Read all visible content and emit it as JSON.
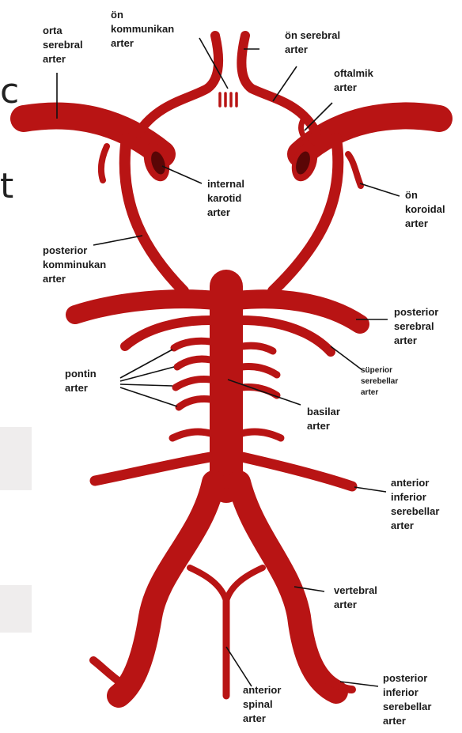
{
  "colors": {
    "artery": "#b81414",
    "artery_dark": "#5a0606",
    "leader": "#111111",
    "label_halo": "#ffffff"
  },
  "labels": {
    "orta_serebral": "orta\nserebral\narter",
    "on_kommunikan": "ön\nkommunikan\narter",
    "on_serebral": "ön serebral\narter",
    "oftalmik": "oftalmik\narter",
    "internal_karotid": "internal\nkarotid\narter",
    "on_koroidal": "ön\nkoroidal\narter",
    "posterior_komminukan": "posterior\nkomminukan\narter",
    "posterior_serebral": "posterior\nserebral\narter",
    "superior_serebellar": "süperior\nserebellar\narter",
    "pontin": "pontin\narter",
    "basilar": "basilar\narter",
    "anterior_inferior_serebellar": "anterior\ninferior\nserebellar\narter",
    "vertebral": "vertebral\narter",
    "anterior_spinal": "anterior\nspinal\narter",
    "posterior_inferior_serebellar": "posterior\ninferior\nserebellar\narter"
  },
  "background_fragments": {
    "left_top": "c",
    "left_mid": "t"
  }
}
